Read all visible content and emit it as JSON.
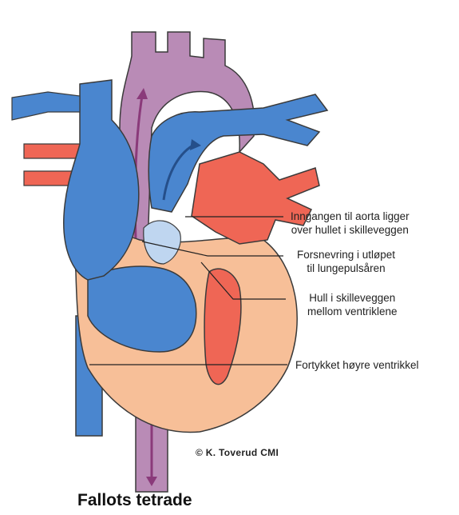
{
  "title": "Fallots tetrade",
  "copyright": "© K. Toverud CMI",
  "labels": [
    {
      "line1": "Inngangen til aorta ligger",
      "line2": "over hullet i skilleveggen"
    },
    {
      "line1": "Forsnevring i utløpet",
      "line2": "til lungepulsåren"
    },
    {
      "line1": "Hull i skilleveggen",
      "line2": "mellom ventriklene"
    },
    {
      "line1": "Fortykket høyre ventrikkel",
      "line2": ""
    }
  ],
  "colors": {
    "venous_blue": "#4a86cf",
    "arterial_red": "#ef6655",
    "aorta_purple": "#b98bb6",
    "muscle_peach": "#f7bf98",
    "outline": "#3a3a3a"
  }
}
